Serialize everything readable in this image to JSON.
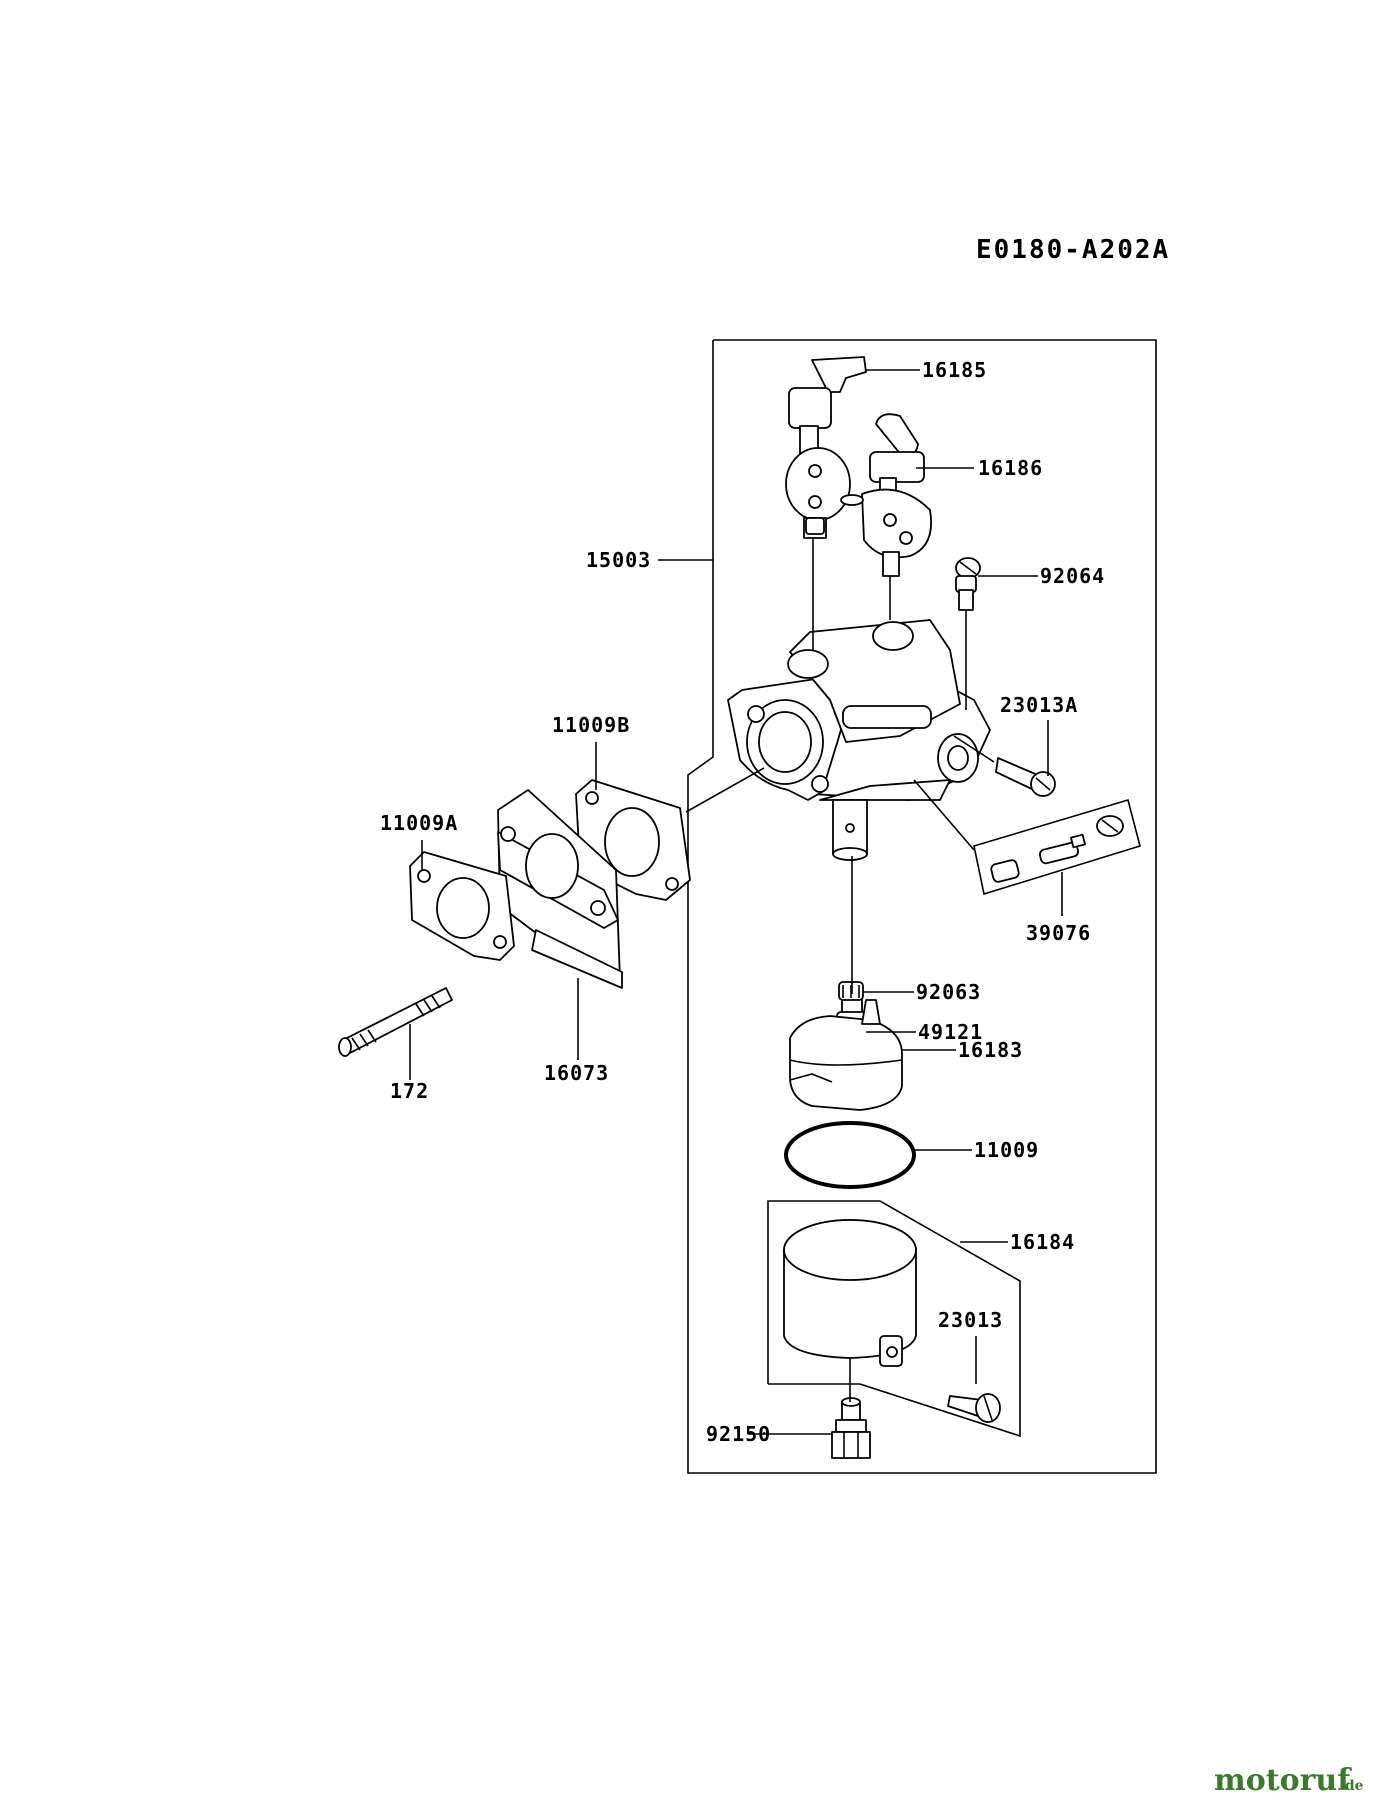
{
  "diagram_code": "E0180-A202A",
  "watermark": {
    "text": "motoruf",
    "suffix": ".de",
    "color": "#3b7a2a"
  },
  "callouts": [
    "16185",
    "16186",
    "15003",
    "92064",
    "23013A",
    "11009B",
    "11009A",
    "39076",
    "49121",
    "92063",
    "16183",
    "172",
    "16073",
    "11009",
    "16184",
    "23013",
    "92150"
  ]
}
